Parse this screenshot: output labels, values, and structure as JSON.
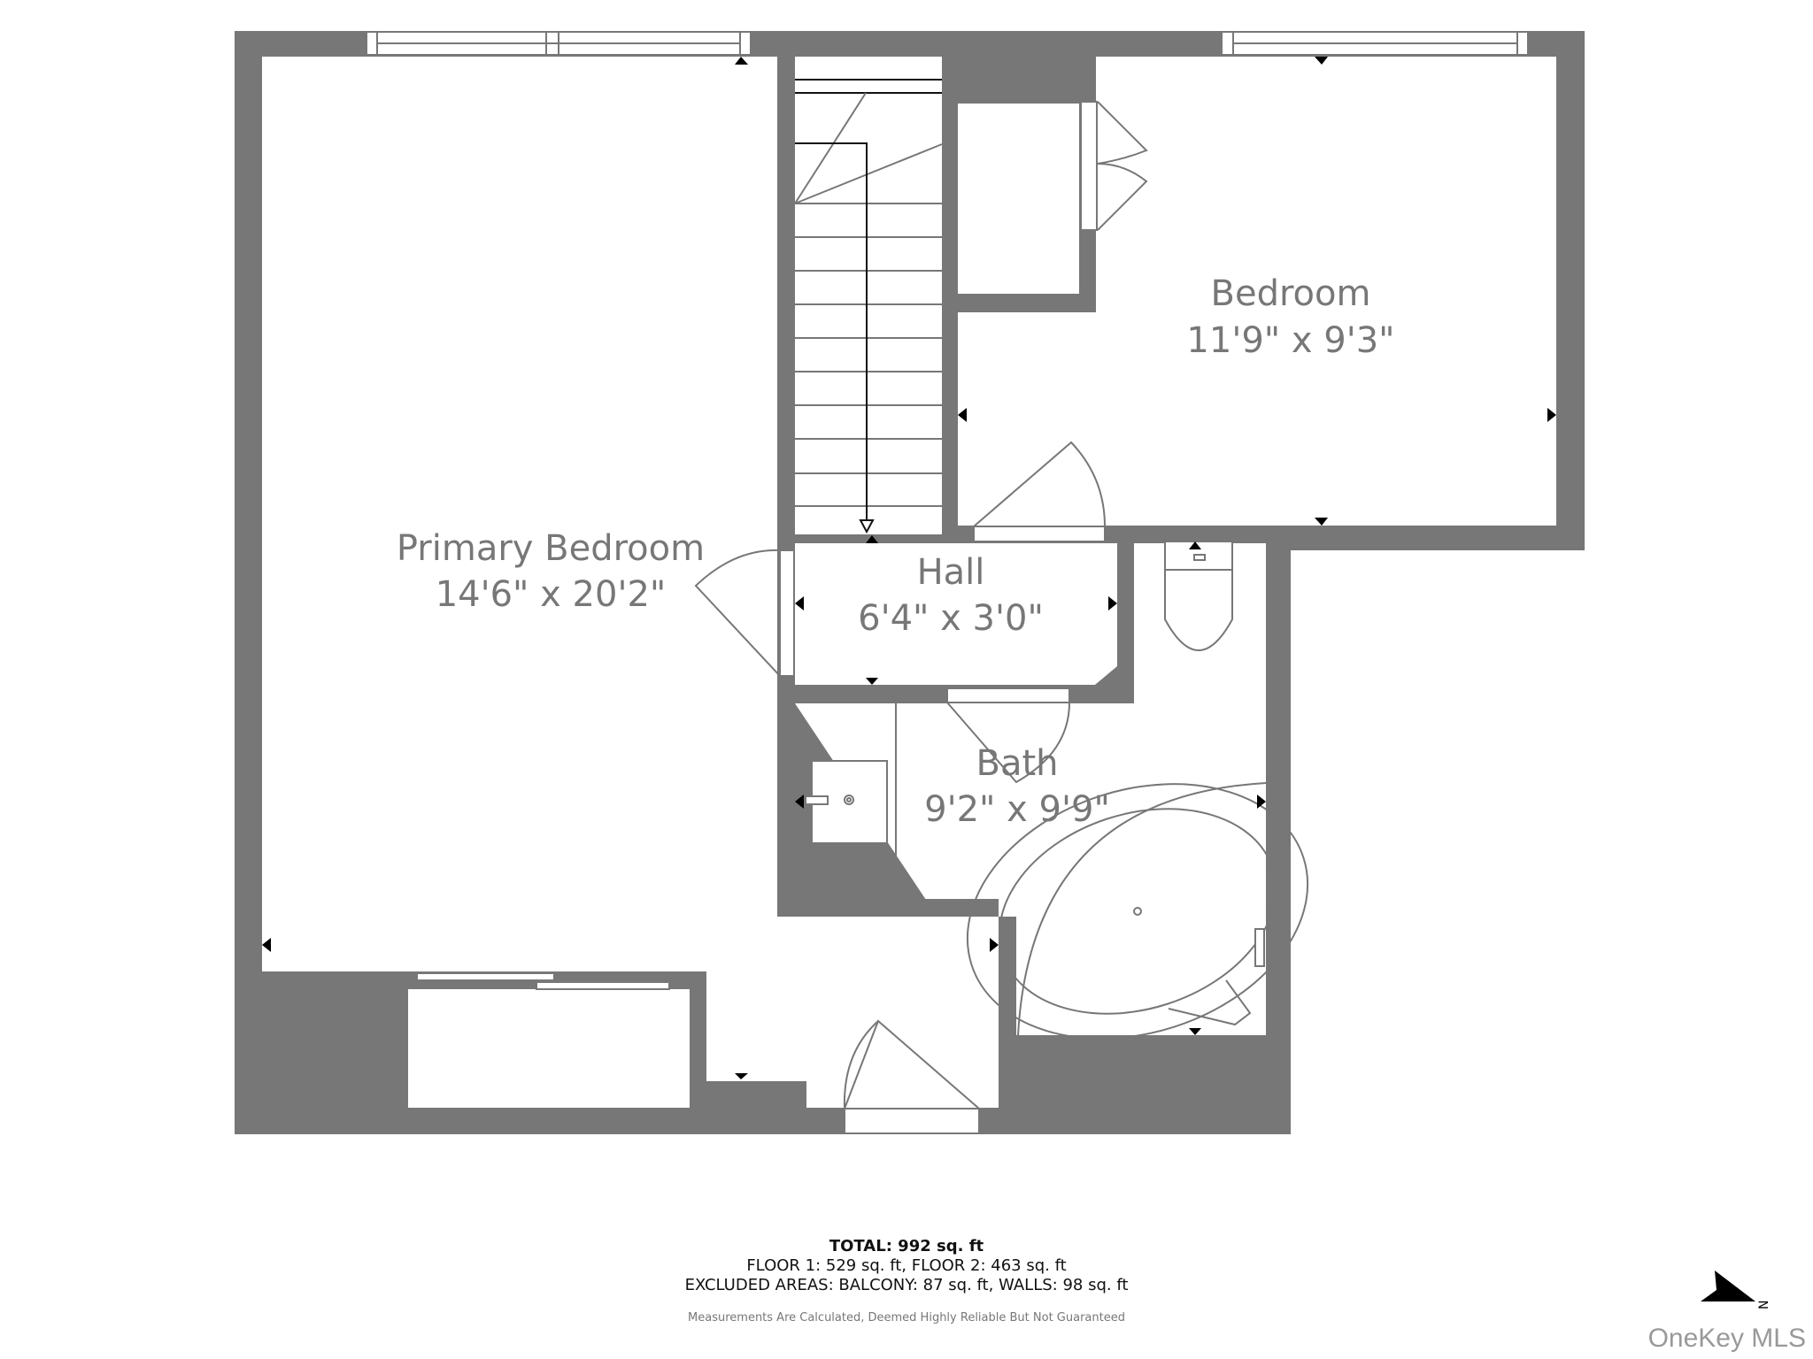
{
  "rooms": {
    "primary_bedroom": {
      "name": "Primary Bedroom",
      "dims": "14'6\" x 20'2\""
    },
    "bedroom": {
      "name": "Bedroom",
      "dims": "11'9\" x 9'3\""
    },
    "hall": {
      "name": "Hall",
      "dims": "6'4\" x 3'0\""
    },
    "bath": {
      "name": "Bath",
      "dims": "9'2\" x 9'9\""
    }
  },
  "summary": {
    "total": "TOTAL: 992 sq. ft",
    "floors": "FLOOR 1: 529 sq. ft, FLOOR 2: 463 sq. ft",
    "excluded": "EXCLUDED AREAS: BALCONY: 87 sq. ft, WALLS: 98 sq. ft",
    "disclaimer": "Measurements Are Calculated, Deemed Highly Reliable But Not Guaranteed"
  },
  "compass": {
    "label": "N",
    "icon": "north-arrow-icon"
  },
  "watermark": "OneKey MLS",
  "colors": {
    "wall": "#777777",
    "marker": "#000000",
    "text": "#777777"
  }
}
